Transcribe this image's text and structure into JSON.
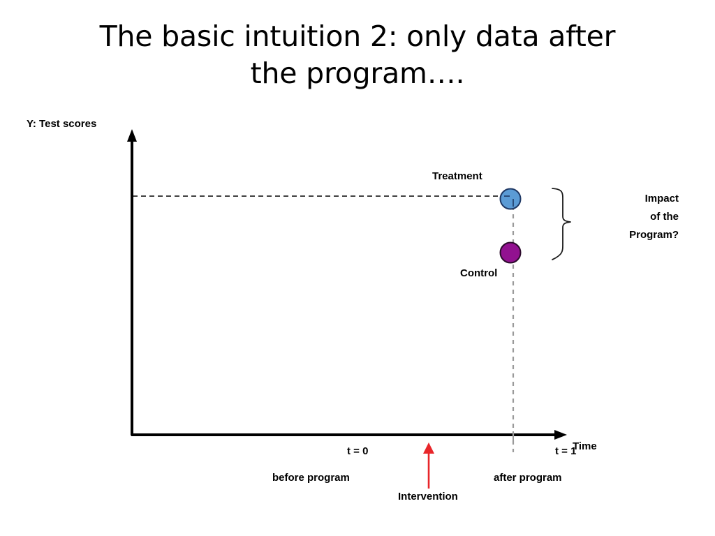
{
  "slide": {
    "title": "The basic intuition 2: only data after\nthe program…."
  },
  "axes": {
    "y_label": "Y: Test scores",
    "x_label": "Time"
  },
  "annotations": {
    "treatment": "Treatment",
    "control": "Control",
    "impact_line_1": "Impact",
    "impact_line_2": "of the",
    "impact_line_3": "Program?",
    "t_start": "t = 0",
    "t_end": "t = 1",
    "before_program": "before program",
    "after_program": "after program",
    "intervention": "Intervention"
  },
  "colors": {
    "treatment_fill": "#5B9BD5",
    "treatment_stroke": "#1F3864",
    "control_fill": "#921190",
    "control_stroke": "#2B0B2B",
    "axis": "#000000",
    "guide_dash": "#000000",
    "vertical_dash": "#9A9A9A",
    "intervention_arrow": "#E8262A",
    "brace": "#1A1A1A"
  },
  "chart_data": {
    "type": "scatter",
    "title": "The basic intuition 2: only data after the program….",
    "xlabel": "Time",
    "ylabel": "Y: Test scores",
    "grid": false,
    "legend": "inline-labels",
    "x_ticks": [
      "t = 0",
      "t = 1"
    ],
    "x_tick_sublabels": [
      "before program",
      "after program"
    ],
    "series": [
      {
        "name": "Treatment",
        "color": "#5B9BD5",
        "points": [
          {
            "x": "t = 1",
            "y": 0.78
          }
        ]
      },
      {
        "name": "Control",
        "color": "#921190",
        "points": [
          {
            "x": "t = 1",
            "y": 0.6
          }
        ]
      }
    ],
    "annotations": [
      {
        "text": "Intervention",
        "type": "arrow-up",
        "color": "#E8262A",
        "x": "midpoint"
      },
      {
        "text": "Impact of the Program?",
        "type": "brace",
        "spans": [
          "Treatment",
          "Control"
        ]
      }
    ],
    "notes": "Only post-program (t = 1) outcomes observed; vertical dashed line marks t = 1, horizontal dashed line marks the treatment outcome level."
  }
}
